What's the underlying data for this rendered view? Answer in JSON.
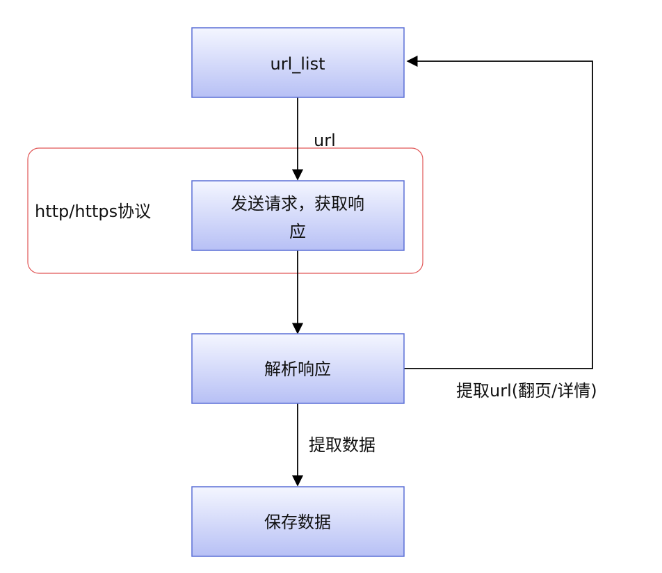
{
  "nodes": {
    "url_list": "url_list",
    "request_line1": "发送请求，获取响",
    "request_line2": "应",
    "parse": "解析响应",
    "save": "保存数据"
  },
  "group": {
    "label": "http/https协议"
  },
  "edges": {
    "url": "url",
    "extract_data": "提取数据",
    "extract_url": "提取url(翻页/详情)"
  },
  "colors": {
    "box_top": "#f4f6ff",
    "box_bottom": "#b7c0f5",
    "box_border": "#5a6fd6",
    "group_border": "#e05555",
    "arrow": "#000000"
  }
}
